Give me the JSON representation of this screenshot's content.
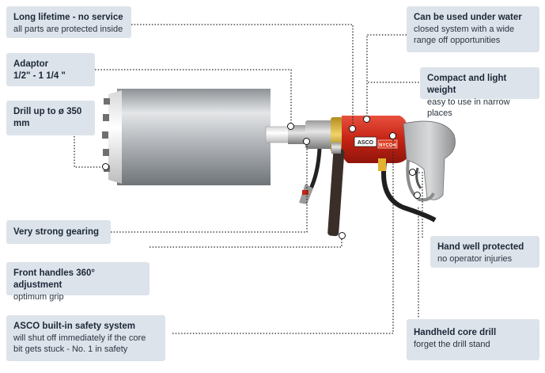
{
  "callouts": {
    "lifetime": {
      "title": "Long lifetime - no service",
      "sub": "all parts are protected inside"
    },
    "adaptor": {
      "title": "Adaptor",
      "sub": "1/2\" - 1 1/4 \""
    },
    "drill": {
      "title": "Drill up to ø 350",
      "sub": "mm"
    },
    "gearing": {
      "title": "Very strong gearing",
      "sub": ""
    },
    "handles": {
      "title": "Front handles 360° adjustment",
      "sub": "optimum grip"
    },
    "safety": {
      "title": "ASCO built-in safety system",
      "sub": "will shut off immediately if the core",
      "sub2": "bit gets stuck - No. 1 in safety"
    },
    "water": {
      "title": "Can be used under water",
      "sub": "closed system with a wide",
      "sub2": "range off opportunities"
    },
    "compact": {
      "title": "Compact and light weight",
      "sub": "easy to use in narrow places"
    },
    "hand": {
      "title": "Hand well protected",
      "sub": "no operator injuries"
    },
    "handheld": {
      "title": "Handheld core drill",
      "sub": "forget the drill stand"
    }
  },
  "brand": {
    "label1": "ASCO",
    "label2": "NYCON"
  },
  "colors": {
    "callout_bg": "#dde3ea",
    "body_red": "#cf2a1b",
    "cylinder": "#b8bcc0"
  }
}
